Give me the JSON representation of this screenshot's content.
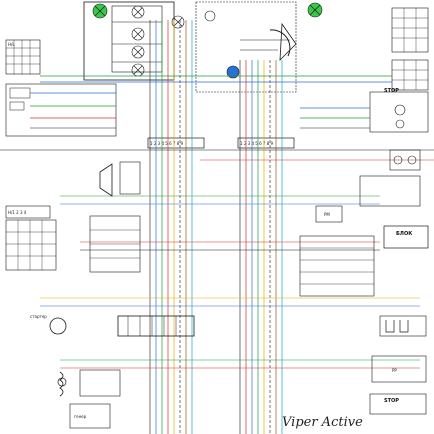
{
  "diagram": {
    "title": "Viper Active",
    "colors": {
      "wire_black": "#1a1a1a",
      "wire_blue": "#2a6fd6",
      "wire_green": "#1f9d3a",
      "wire_red": "#d23030",
      "wire_yellow": "#e0b000",
      "wire_brown": "#8a5a2b",
      "wire_cyan": "#18a9c9",
      "highlight_green": "#39c84a",
      "highlight_blue": "#2a6fd6"
    },
    "labels": {
      "connector_top_left": "H/L",
      "connector_mid_left": "H/1 2 3 4",
      "block_right": "БЛОК",
      "stop_right": "STOP",
      "stop_bottom_right": "STOP",
      "box_rp": "PP",
      "box_pm": "PM",
      "starter": "стартер",
      "generator": "генер",
      "big_connector_a": "1 2 3 4 5 6 7 8 9",
      "big_connector_b": "1 2 3 4 5 6 7 8 9"
    }
  }
}
